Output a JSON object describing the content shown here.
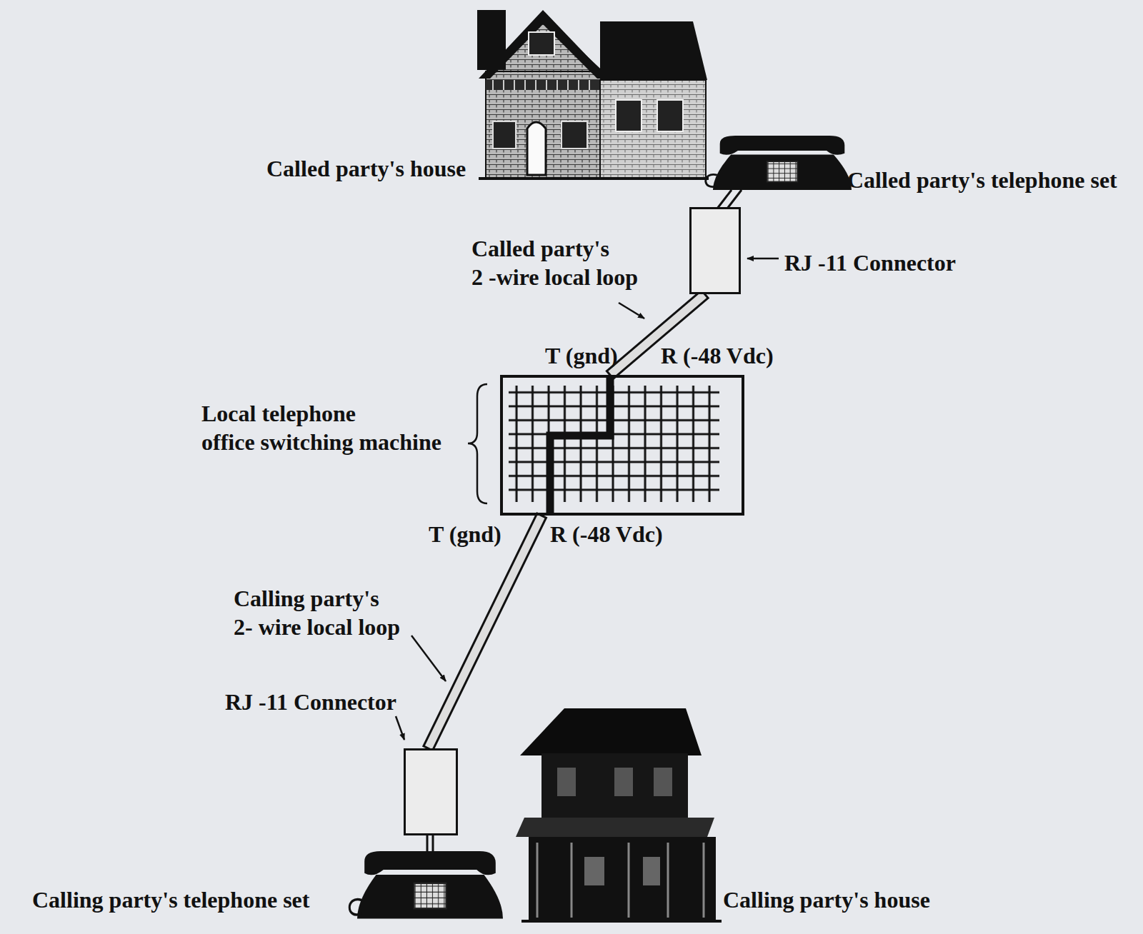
{
  "diagram": {
    "nodes": [
      {
        "text": [
          "RJ -11 Connector"
        ]
      },
      {
        "text": [
          "Local telephone office switching machine"
        ]
      },
      {
        "text": [
          "RJ -11 Connector"
        ]
      }
    ],
    "edges": [
      {
        "from": 0,
        "to": 1,
        "arrow": "none"
      },
      {
        "from": 2,
        "to": 1,
        "arrow": "none"
      }
    ],
    "labels": [
      "Called party's house",
      "Called party's telephone set",
      "Called party's 2 -wire local loop",
      "T (gnd)",
      "R (-48 Vdc)",
      "T (gnd)",
      "R (-48 Vdc)",
      "Calling party's 2- wire local loop",
      "Calling party's telephone set",
      "Calling party's house"
    ]
  }
}
